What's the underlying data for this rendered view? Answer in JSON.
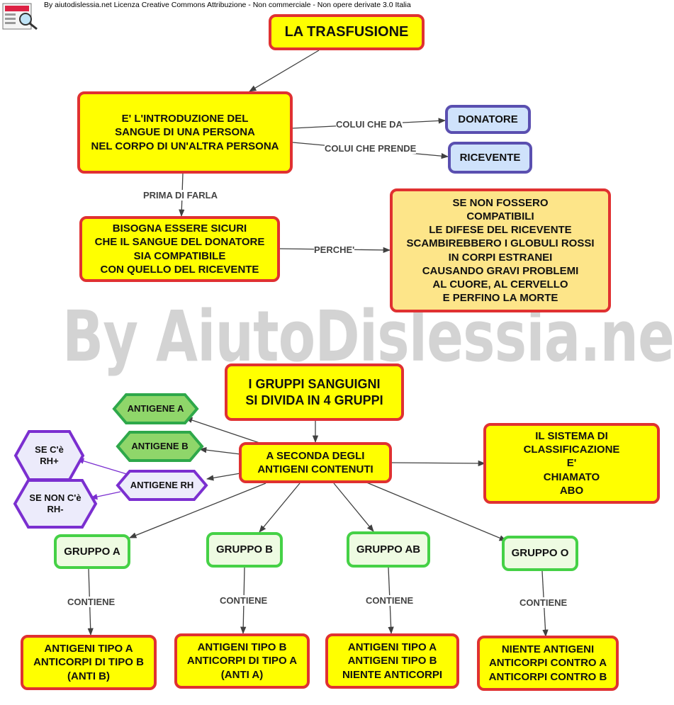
{
  "header": {
    "credit": "By aiutodislessia.net Licenza Creative Commons Attribuzione - Non commerciale - Non opere derivate 3.0 Italia"
  },
  "watermark": "By AiutoDislessia.net",
  "nodes": {
    "title": "LA TRASFUSIONE",
    "definition": "E' L'INTRODUZIONE DEL\nSANGUE DI UNA  PERSONA\nNEL CORPO DI UN'ALTRA PERSONA",
    "donatore": "DONATORE",
    "ricevente": "RICEVENTE",
    "compatibile": "BISOGNA ESSERE SICURI\nCHE IL SANGUE DEL DONATORE\nSIA COMPATIBILE\nCON QUELLO DEL RICEVENTE",
    "problemi": "SE NON FOSSERO\nCOMPATIBILI\nLE DIFESE DEL RICEVENTE\nSCAMBIREBBERO I GLOBULI ROSSI\nIN CORPI ESTRANEI\nCAUSANDO GRAVI PROBLEMI\nAL CUORE, AL CERVELLO\nE PERFINO LA MORTE",
    "gruppi": "I GRUPPI SANGUIGNI\nSI DIVIDA IN 4 GRUPPI",
    "antigeni_contenuti": "A SECONDA DEGLI\nANTIGENI CONTENUTI",
    "sistema_abo": "IL SISTEMA DI\nCLASSIFICAZIONE\nE'\nCHIAMATO\nABO",
    "antigene_a": "ANTIGENE A",
    "antigene_b": "ANTIGENE B",
    "antigene_rh": "ANTIGENE RH",
    "rh_pos": "SE C'è\nRH+",
    "rh_neg": "SE NON C'è\nRH-",
    "gruppo_a": "GRUPPO A",
    "gruppo_b": "GRUPPO B",
    "gruppo_ab": "GRUPPO AB",
    "gruppo_o": "GRUPPO O",
    "contenuto_a": "ANTIGENI TIPO A\nANTICORPI DI TIPO B\n(ANTI B)",
    "contenuto_b": "ANTIGENI TIPO B\nANTICORPI DI TIPO A\n(ANTI A)",
    "contenuto_ab": "ANTIGENI TIPO A\nANTIGENI TIPO B\nNIENTE ANTICORPI",
    "contenuto_o": "NIENTE ANTIGENI\nANTICORPI CONTRO A\nANTICORPI CONTRO B"
  },
  "link_labels": {
    "colui_da": "COLUI CHE DA",
    "colui_prende": "COLUI CHE PRENDE",
    "prima": "PRIMA DI FARLA",
    "perche": "PERCHE'",
    "contiene": "CONTIENE"
  },
  "colors": {
    "main_fill": "#ffff00",
    "main_border": "#e03131",
    "soft_fill": "#fde589",
    "blue_fill": "#cfe2fb",
    "blue_border": "#5a4fb0",
    "green_fill": "#eefbe2",
    "green_border": "#45d146",
    "antigene_fill": "#8fd66a",
    "antigene_border": "#2ea84a",
    "rh_fill": "#ecebfb",
    "rh_border": "#7b2fd0"
  }
}
